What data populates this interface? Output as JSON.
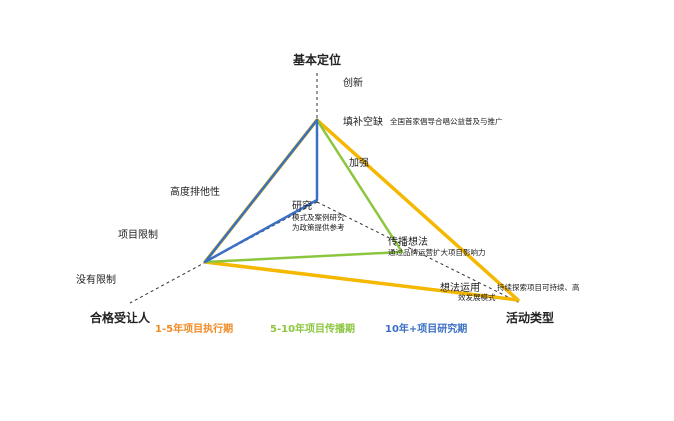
{
  "axes": {
    "top": "基本定位",
    "left": "合格受让人",
    "right": "活动类型"
  },
  "top_scale": {
    "innovate": "创新",
    "fill_gap": "填补空缺",
    "fill_gap_desc": "全国首家倡导合唱公益普及与推广",
    "strengthen": "加强"
  },
  "left_scale": {
    "high_exclusive": "高度排他性",
    "project_limit": "项目限制",
    "no_limit": "没有限制"
  },
  "right_scale": {
    "research": "研究",
    "research_desc_1": "模式及案例研究",
    "research_desc_2": "为政策提供参考",
    "spread": "传播想法",
    "spread_desc": "通过品牌运营扩大项目影响力",
    "apply": "想法运用",
    "apply_desc_1": "持续探索项目可持续、高",
    "apply_desc_2": "效发展模式"
  },
  "legend": [
    {
      "label": "1-5年项目执行期",
      "color": "#f08a24"
    },
    {
      "label": "5-10年项目传播期",
      "color": "#8cc63f"
    },
    {
      "label": "10年+项目研究期",
      "color": "#3b6fc4"
    }
  ],
  "line_colors": {
    "yellow": "#f5b800",
    "green": "#8cc63f",
    "blue": "#3b6fc4",
    "axis": "#333333"
  }
}
